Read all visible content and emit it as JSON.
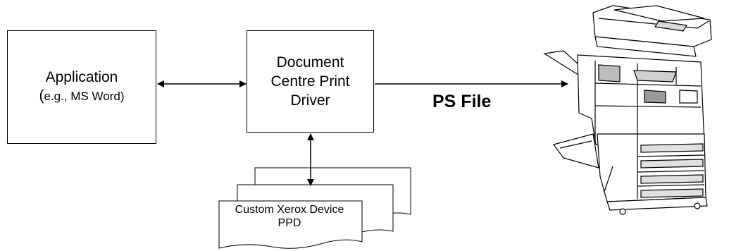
{
  "application_box": {
    "title": "Application",
    "subtitle_prefix": "(",
    "subtitle_rest": "e.g., MS Word)"
  },
  "driver_box": {
    "lines": [
      "Document",
      "Centre Print",
      "Driver"
    ]
  },
  "output_label": "PS File",
  "ppd_document": {
    "lines": [
      "Custom Xerox Device",
      "PPD"
    ]
  },
  "printer": {
    "icon": "multifunction-printer-icon"
  }
}
